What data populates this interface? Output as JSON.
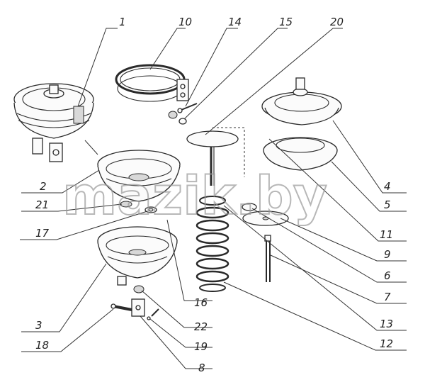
{
  "watermark": "mazik.by",
  "callouts": [
    {
      "id": "c1",
      "label": "1"
    },
    {
      "id": "c10",
      "label": "10"
    },
    {
      "id": "c14",
      "label": "14"
    },
    {
      "id": "c15",
      "label": "15"
    },
    {
      "id": "c20",
      "label": "20"
    },
    {
      "id": "c2",
      "label": "2"
    },
    {
      "id": "c21",
      "label": "21"
    },
    {
      "id": "c17",
      "label": "17"
    },
    {
      "id": "c3",
      "label": "3"
    },
    {
      "id": "c18",
      "label": "18"
    },
    {
      "id": "c4",
      "label": "4"
    },
    {
      "id": "c5",
      "label": "5"
    },
    {
      "id": "c11",
      "label": "11"
    },
    {
      "id": "c9",
      "label": "9"
    },
    {
      "id": "c6",
      "label": "6"
    },
    {
      "id": "c7",
      "label": "7"
    },
    {
      "id": "c13",
      "label": "13"
    },
    {
      "id": "c12",
      "label": "12"
    },
    {
      "id": "c16",
      "label": "16"
    },
    {
      "id": "c22",
      "label": "22"
    },
    {
      "id": "c19",
      "label": "19"
    },
    {
      "id": "c8",
      "label": "8"
    }
  ]
}
